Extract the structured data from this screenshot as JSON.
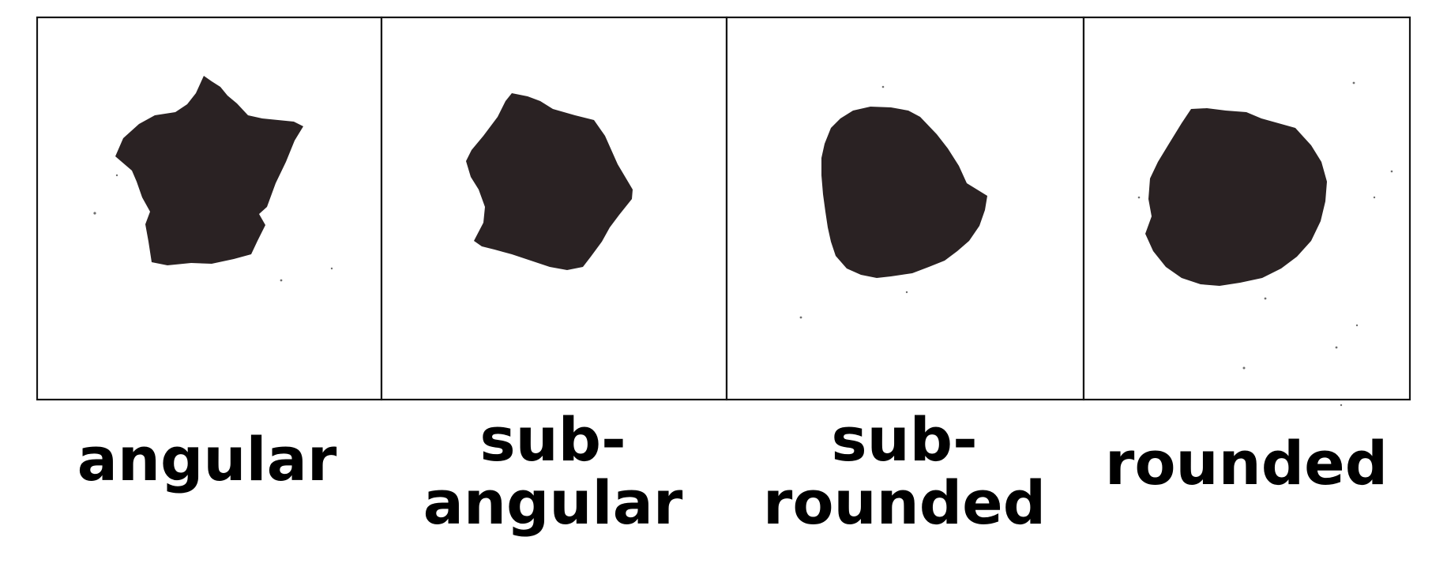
{
  "colors": {
    "grain": "#2a2223",
    "frame": "#151515",
    "label": "#000000",
    "background": "#ffffff"
  },
  "panels": [
    {
      "id": "angular",
      "label_lines": [
        "angular"
      ]
    },
    {
      "id": "sub-angular",
      "label_lines": [
        "sub-",
        "angular"
      ]
    },
    {
      "id": "sub-rounded",
      "label_lines": [
        "sub-",
        "rounded"
      ]
    },
    {
      "id": "rounded",
      "label_lines": [
        "rounded"
      ]
    }
  ]
}
